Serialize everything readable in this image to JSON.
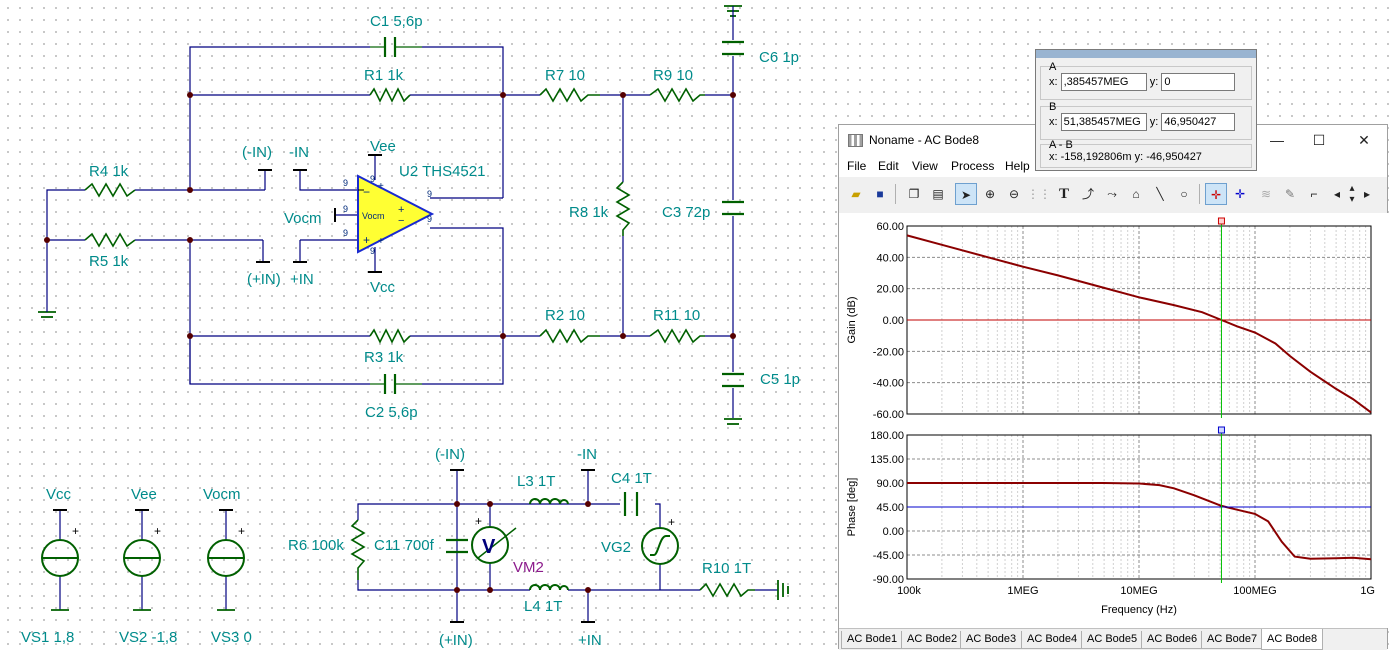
{
  "schematic": {
    "labels": {
      "c1": "C1 5,6p",
      "r1": "R1 1k",
      "r7": "R7 10",
      "r9": "R9 10",
      "c6": "C6 1p",
      "r4": "R4 1k",
      "r5": "R5 1k",
      "neg_in_a": "(-IN)",
      "neg_in_b": "-IN",
      "vee_pin": "Vee",
      "u2": "U2 THS4521",
      "vocm_net": "Vocm",
      "opamp_text": "Vocm",
      "pos_in_a": "(+IN)",
      "pos_in_b": "+IN",
      "vcc_pin": "Vcc",
      "r8": "R8 1k",
      "c3": "C3 72p",
      "r2": "R2 10",
      "r11": "R11 10",
      "r3": "R3 1k",
      "c5": "C5 1p",
      "c2": "C2 5,6p",
      "vcc_top": "Vcc",
      "vee_top": "Vee",
      "vocm_top": "Vocm",
      "vs1": "VS1 1,8",
      "vs2": "VS2 -1,8",
      "vs3": "VS3 0",
      "neg_in_c": "(-IN)",
      "l3": "L3 1T",
      "neg_in_d": "-IN",
      "c4": "C4 1T",
      "r6": "R6 100k",
      "c11": "C11 700f",
      "vm2": "VM2",
      "vg2": "VG2",
      "l4": "L4 1T",
      "r10": "R10 1T",
      "pos_in_c": "(+IN)",
      "pos_in_d": "+IN",
      "voltmeter": "V"
    }
  },
  "cursor_window": {
    "a_label": "A",
    "a_x_label": "x:",
    "a_x": ",385457MEG",
    "a_y_label": "y:",
    "a_y": "0",
    "b_label": "B",
    "b_x_label": "x:",
    "b_x": "51,385457MEG",
    "b_y_label": "y:",
    "b_y": "46,950427",
    "diff_label": "A - B",
    "diff_x_label": "x:",
    "diff_x": "-158,192806m",
    "diff_y_label": "y:",
    "diff_y": "-46,950427"
  },
  "bode_window": {
    "title": "Noname - AC Bode8",
    "controls": {
      "minimize": "—",
      "maximize": "☐",
      "close": "✕"
    },
    "menu": [
      "File",
      "Edit",
      "View",
      "Process",
      "Help"
    ],
    "tabs": [
      "AC Bode1",
      "AC Bode2",
      "AC Bode3",
      "AC Bode4",
      "AC Bode5",
      "AC Bode6",
      "AC Bode7",
      "AC Bode8"
    ],
    "active_tab": "AC Bode8",
    "toolbar_icons": [
      "open-icon",
      "save-icon",
      "copy-icon",
      "paste-icon",
      "pointer-icon",
      "zoom-in-icon",
      "zoom-out-icon",
      "grid-icon",
      "text-icon",
      "postprocess-icon",
      "curve-icon",
      "curve-alt-icon",
      "line-icon",
      "circle-icon",
      "cursor-a-icon",
      "cursor-b-icon",
      "smooth-icon",
      "pen-icon",
      "step-icon",
      "arrow-left-icon",
      "arrow-updown-icon",
      "arrow-right-icon"
    ]
  },
  "chart_data": [
    {
      "type": "line",
      "title": "",
      "xlabel": "Frequency (Hz)",
      "ylabel": "Gain (dB)",
      "xscale": "log",
      "xlim": [
        100000,
        1000000000
      ],
      "ylim": [
        -60,
        60
      ],
      "xticks": [
        "100k",
        "1MEG",
        "10MEG",
        "100MEG",
        "1G"
      ],
      "yticks": [
        "60.00",
        "40.00",
        "20.00",
        "0.00",
        "-20.00",
        "-40.00",
        "-60.00"
      ],
      "grid": true,
      "series": [
        {
          "color": "#8b0000",
          "x": [
            100000,
            200000,
            500000,
            1000000,
            2000000,
            5000000,
            10000000,
            20000000,
            35000000,
            51385457,
            70000000,
            100000000,
            150000000,
            200000000,
            300000000,
            500000000,
            700000000,
            1000000000
          ],
          "y": [
            54,
            48,
            40,
            34,
            28.5,
            20.5,
            14.5,
            9.5,
            5,
            0,
            -4,
            -8,
            -15,
            -23,
            -33,
            -44,
            -50.5,
            -59
          ]
        },
        {
          "color": "#c00000",
          "x": [
            100000,
            1000000000
          ],
          "y": [
            0,
            0
          ]
        }
      ],
      "cursor": {
        "x": 51385457,
        "color": "#00c000"
      }
    },
    {
      "type": "line",
      "title": "",
      "xlabel": "Frequency (Hz)",
      "ylabel": "Phase [deg]",
      "xscale": "log",
      "xlim": [
        100000,
        1000000000
      ],
      "ylim": [
        -90,
        180
      ],
      "xticks": [
        "100k",
        "1MEG",
        "10MEG",
        "100MEG",
        "1G"
      ],
      "yticks": [
        "180.00",
        "135.00",
        "90.00",
        "45.00",
        "0.00",
        "-45.00",
        "-90.00"
      ],
      "grid": true,
      "series": [
        {
          "color": "#8b0000",
          "x": [
            100000,
            1000000,
            5000000,
            10000000,
            15000000,
            20000000,
            30000000,
            51385457,
            70000000,
            100000000,
            130000000,
            170000000,
            220000000,
            300000000,
            500000000,
            700000000,
            1000000000
          ],
          "y": [
            90,
            90,
            90,
            89,
            86,
            80,
            67,
            47,
            40,
            32,
            18,
            -20,
            -48,
            -52,
            -51,
            -50,
            -53
          ]
        },
        {
          "color": "#0000cc",
          "x": [
            100000,
            1000000000
          ],
          "y": [
            45,
            45
          ]
        }
      ],
      "cursor": {
        "x": 51385457,
        "color": "#00c000"
      }
    }
  ]
}
